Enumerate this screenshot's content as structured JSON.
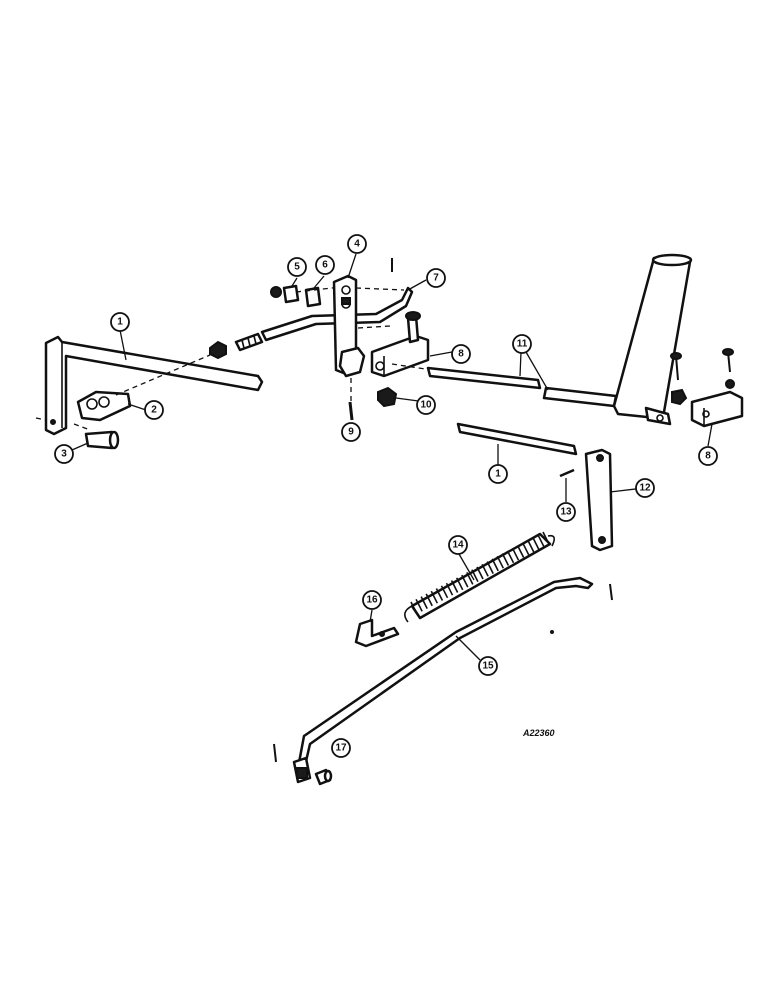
{
  "reference_code": "A22360",
  "callouts": [
    {
      "id": "c1a",
      "label": "1"
    },
    {
      "id": "c1b",
      "label": "1"
    },
    {
      "id": "c2",
      "label": "2"
    },
    {
      "id": "c3",
      "label": "3"
    },
    {
      "id": "c4",
      "label": "4"
    },
    {
      "id": "c5",
      "label": "5"
    },
    {
      "id": "c6",
      "label": "6"
    },
    {
      "id": "c7",
      "label": "7"
    },
    {
      "id": "c8a",
      "label": "8"
    },
    {
      "id": "c8b",
      "label": "8"
    },
    {
      "id": "c9",
      "label": "9"
    },
    {
      "id": "c10",
      "label": "10"
    },
    {
      "id": "c11",
      "label": "11"
    },
    {
      "id": "c12",
      "label": "12"
    },
    {
      "id": "c13",
      "label": "13"
    },
    {
      "id": "c14",
      "label": "14"
    },
    {
      "id": "c15",
      "label": "15"
    },
    {
      "id": "c16",
      "label": "16"
    },
    {
      "id": "c17",
      "label": "17"
    }
  ]
}
